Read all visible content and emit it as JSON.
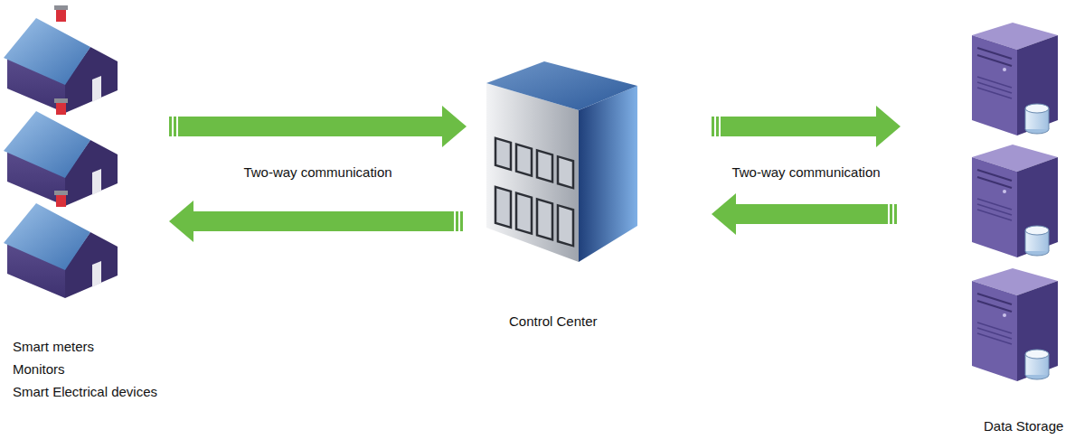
{
  "diagram": {
    "nodes": [
      {
        "text": [
          "Smart meters",
          "Monitors",
          "Smart Electrical devices"
        ]
      },
      {
        "text": [
          "Control Center"
        ]
      },
      {
        "text": [
          "Data Storage"
        ]
      }
    ],
    "edges": [
      {
        "from": 0,
        "to": 1,
        "arrow": "to",
        "label": "Two-way communication"
      },
      {
        "from": 1,
        "to": 0,
        "arrow": "to"
      },
      {
        "from": 1,
        "to": 2,
        "arrow": "to",
        "label": "Two-way communication"
      },
      {
        "from": 2,
        "to": 1,
        "arrow": "to"
      }
    ]
  }
}
